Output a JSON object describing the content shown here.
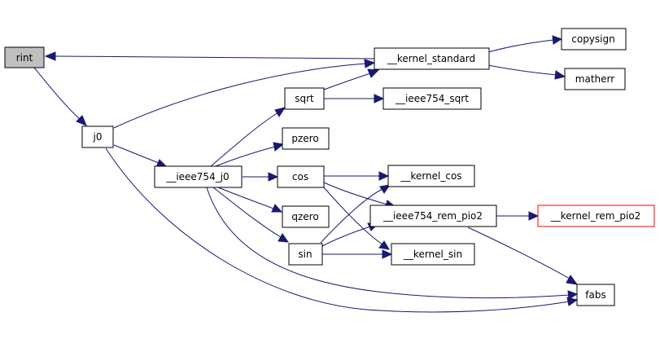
{
  "colors": {
    "edge": "#191970",
    "node_border": "#000000",
    "node_fill": "#ffffff",
    "root_fill": "#bfbfbf",
    "truncated_border": "#ff0000"
  },
  "nodes": {
    "rint": "rint",
    "j0": "j0",
    "ieee754_j0": "__ieee754_j0",
    "kernel_standard": "__kernel_standard",
    "sqrt": "sqrt",
    "pzero": "pzero",
    "cos": "cos",
    "qzero": "qzero",
    "sin": "sin",
    "ieee754_sqrt": "__ieee754_sqrt",
    "kernel_cos": "__kernel_cos",
    "ieee754_rem_pio2": "__ieee754_rem_pio2",
    "kernel_sin": "__kernel_sin",
    "copysign": "copysign",
    "matherr": "matherr",
    "kernel_rem_pio2": "__kernel_rem_pio2",
    "fabs": "fabs"
  },
  "edges": [
    {
      "from": "kernel_standard",
      "to": "rint"
    },
    {
      "from": "rint",
      "to": "j0"
    },
    {
      "from": "j0",
      "to": "kernel_standard"
    },
    {
      "from": "j0",
      "to": "ieee754_j0"
    },
    {
      "from": "j0",
      "to": "fabs"
    },
    {
      "from": "kernel_standard",
      "to": "copysign"
    },
    {
      "from": "kernel_standard",
      "to": "matherr"
    },
    {
      "from": "ieee754_j0",
      "to": "sqrt"
    },
    {
      "from": "ieee754_j0",
      "to": "pzero"
    },
    {
      "from": "ieee754_j0",
      "to": "cos"
    },
    {
      "from": "ieee754_j0",
      "to": "qzero"
    },
    {
      "from": "ieee754_j0",
      "to": "sin"
    },
    {
      "from": "ieee754_j0",
      "to": "fabs"
    },
    {
      "from": "sqrt",
      "to": "kernel_standard"
    },
    {
      "from": "sqrt",
      "to": "ieee754_sqrt"
    },
    {
      "from": "cos",
      "to": "kernel_cos"
    },
    {
      "from": "cos",
      "to": "ieee754_rem_pio2"
    },
    {
      "from": "cos",
      "to": "kernel_sin"
    },
    {
      "from": "sin",
      "to": "kernel_cos"
    },
    {
      "from": "sin",
      "to": "ieee754_rem_pio2"
    },
    {
      "from": "sin",
      "to": "kernel_sin"
    },
    {
      "from": "ieee754_rem_pio2",
      "to": "kernel_rem_pio2"
    },
    {
      "from": "ieee754_rem_pio2",
      "to": "fabs"
    }
  ]
}
